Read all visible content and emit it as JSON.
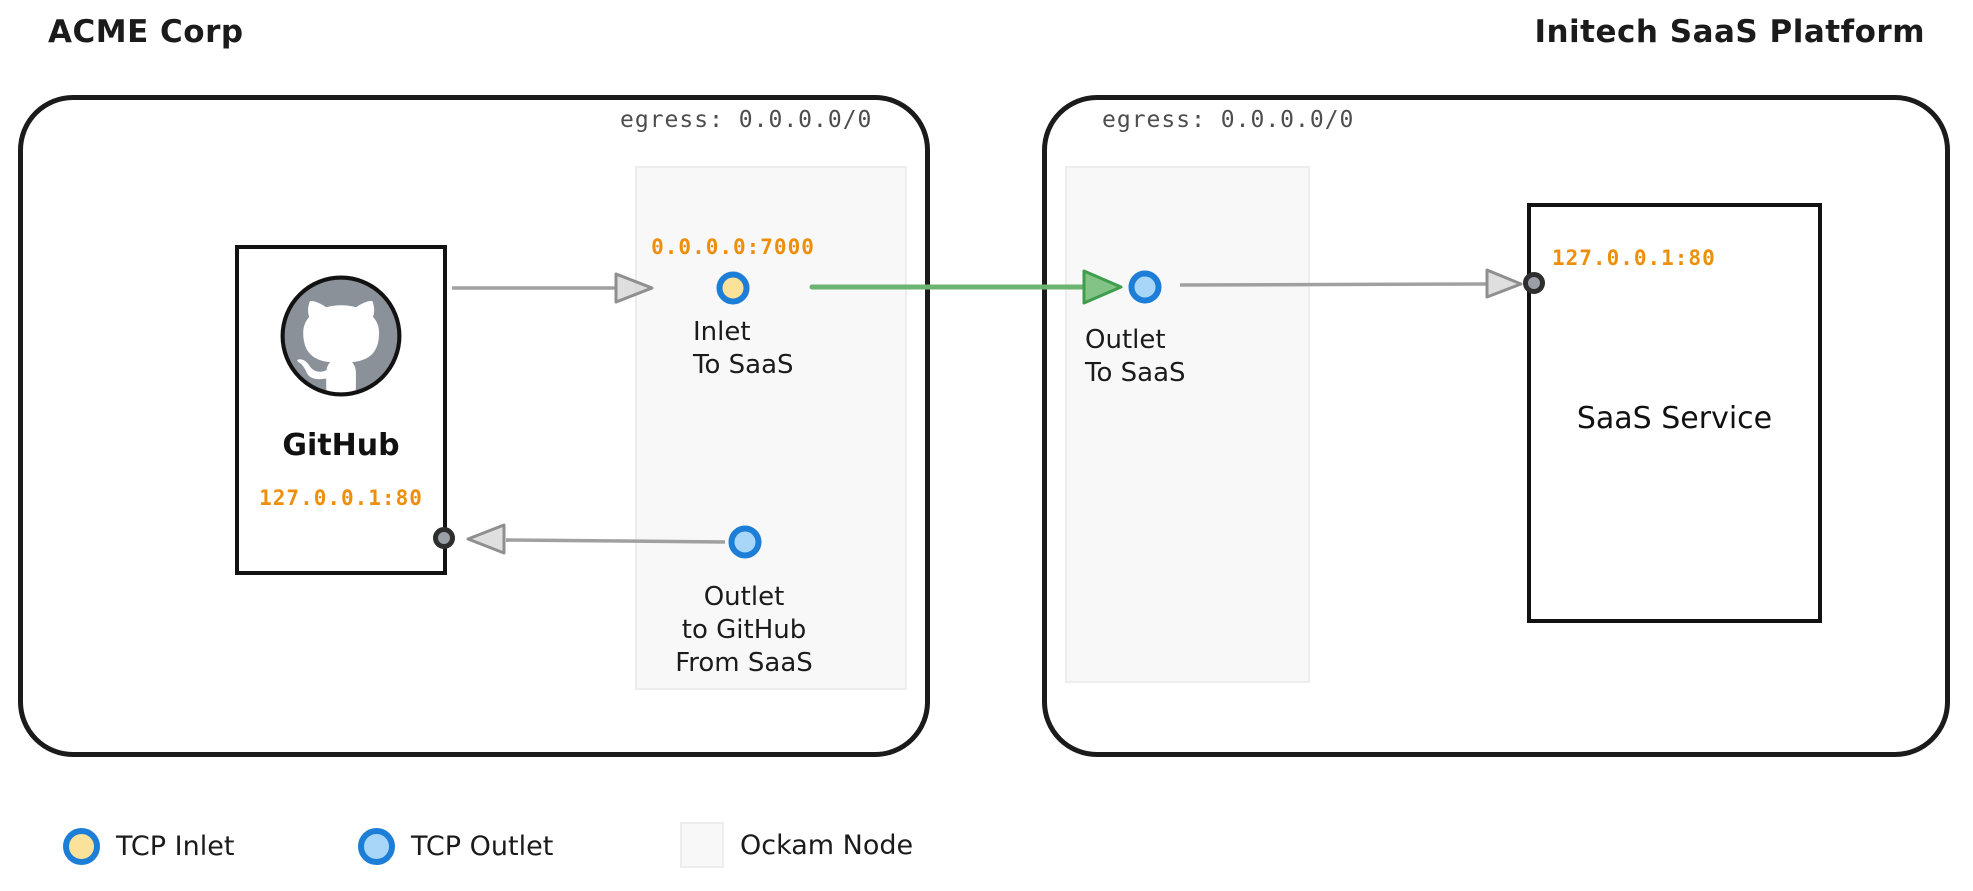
{
  "header": {
    "left_title": "ACME Corp",
    "right_title": "Initech SaaS Platform"
  },
  "acme": {
    "egress": "egress: 0.0.0.0/0",
    "github": {
      "name": "GitHub",
      "address": "127.0.0.1:80"
    },
    "inlet": {
      "address": "0.0.0.0:7000",
      "line1": "Inlet",
      "line2": "To SaaS"
    },
    "outlet": {
      "line1": "Outlet",
      "line2": "to GitHub",
      "line3": "From SaaS"
    }
  },
  "initech": {
    "egress": "egress: 0.0.0.0/0",
    "outlet": {
      "line1": "Outlet",
      "line2": "To SaaS"
    },
    "saas": {
      "name": "SaaS Service",
      "address": "127.0.0.1:80"
    }
  },
  "legend": {
    "items": [
      {
        "icon": "tcp-inlet-icon",
        "label": "TCP Inlet"
      },
      {
        "icon": "tcp-outlet-icon",
        "label": "TCP Outlet"
      },
      {
        "icon": "ockam-node-icon",
        "label": "Ockam Node"
      }
    ]
  },
  "colors": {
    "inlet_fill": "#FAE29B",
    "outlet_fill": "#A8D6F8",
    "ring_blue": "#1C7ED6",
    "arrow_gray": "#9E9E9E",
    "arrow_green": "#6CB471",
    "address_orange": "#EE8F0C",
    "egress_gray": "#4D4D4D",
    "node_bg": "#F8F8F8",
    "github_logo_gray": "#8A9199"
  }
}
